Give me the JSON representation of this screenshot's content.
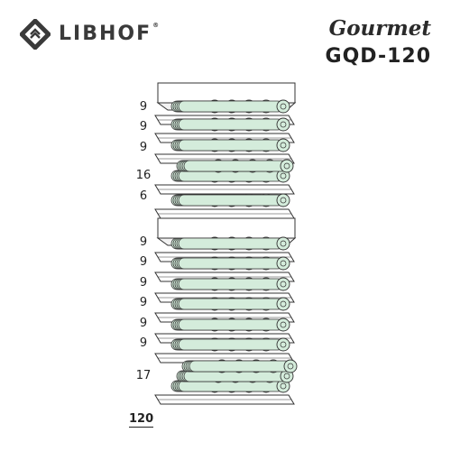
{
  "brand": {
    "logo_text": "LIBHOF",
    "registered_mark": "®",
    "series": "Gourmet",
    "model": "GQD-120"
  },
  "colors": {
    "bottle_fill": "#d4ecdb",
    "outline": "#333333",
    "shelf_fill": "#ffffff"
  },
  "shelves": [
    {
      "count": "9"
    },
    {
      "count": "9"
    },
    {
      "count": "9"
    },
    {
      "count": "16"
    },
    {
      "count": "6"
    },
    {
      "count": "9"
    },
    {
      "count": "9"
    },
    {
      "count": "9"
    },
    {
      "count": "9"
    },
    {
      "count": "9"
    },
    {
      "count": "9"
    },
    {
      "count": "17"
    }
  ],
  "total": "120"
}
